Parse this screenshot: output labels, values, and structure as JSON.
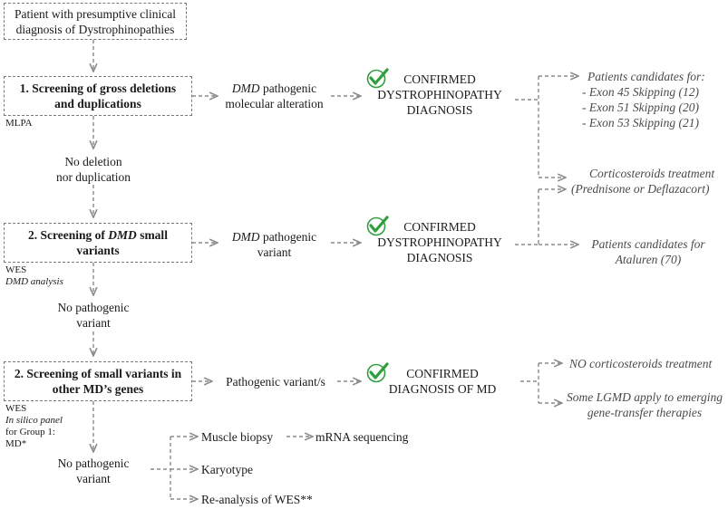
{
  "start": {
    "line1": "Patient with presumptive clinical",
    "line2": "diagnosis of Dystrophinopathies"
  },
  "step1": {
    "box_line1": "1. Screening of gross deletions",
    "box_line2": "and duplications",
    "method": "MLPA",
    "result_gene": "DMD",
    "result_line1_rest": " pathogenic",
    "result_line2": "molecular alteration",
    "confirmed_line1": "CONFIRMED",
    "confirmed_line2": "DYSTROPHINOPATHY",
    "confirmed_line3": "DIAGNOSIS",
    "candidates_title": "Patients candidates for:",
    "candidates": [
      "- Exon 45 Skipping (12)",
      "- Exon 51 Skipping (20)",
      "- Exon 53 Skipping (21)"
    ],
    "negative_line1": "No deletion",
    "negative_line2": "nor duplication"
  },
  "shared": {
    "cortico_line1": "Corticosteroids treatment",
    "cortico_line2": "(Prednisone or  Deflazacort)"
  },
  "step2": {
    "box_prefix": "2. Screening of ",
    "box_gene": "DMD",
    "box_suffix": " small",
    "box_line2": "variants",
    "method1": "WES",
    "method2": "DMD analysis",
    "result_gene": "DMD",
    "result_line1_rest": " pathogenic",
    "result_line2": "variant",
    "confirmed_line1": "CONFIRMED",
    "confirmed_line2": "DYSTROPHINOPATHY",
    "confirmed_line3": "DIAGNOSIS",
    "ataluren_line1": "Patients candidates for",
    "ataluren_line2": "Ataluren (70)",
    "negative_line1": "No pathogenic",
    "negative_line2": "variant"
  },
  "step3": {
    "box_line1": "2. Screening of small variants in",
    "box_line2": "other MD’s genes",
    "method1": "WES",
    "method2": "In silico panel",
    "method3": "for Group 1:",
    "method4": "MD*",
    "result": "Pathogenic variant/s",
    "confirmed_line1": "CONFIRMED",
    "confirmed_line2": "DIAGNOSIS OF MD",
    "no_cortico": "NO corticosteroids  treatment",
    "lgmd_line1": "Some LGMD apply to emerging",
    "lgmd_line2": "gene-transfer therapies",
    "negative_line1": "No pathogenic",
    "negative_line2": "variant"
  },
  "followup": {
    "muscle_biopsy": "Muscle biopsy",
    "mrna": "mRNA sequencing",
    "karyotype": "Karyotype",
    "reanalysis": "Re-analysis  of WES**"
  },
  "colors": {
    "check": "#2e9e3e",
    "arrow": "#8a8a8a",
    "box_border": "#7a7a7a"
  }
}
